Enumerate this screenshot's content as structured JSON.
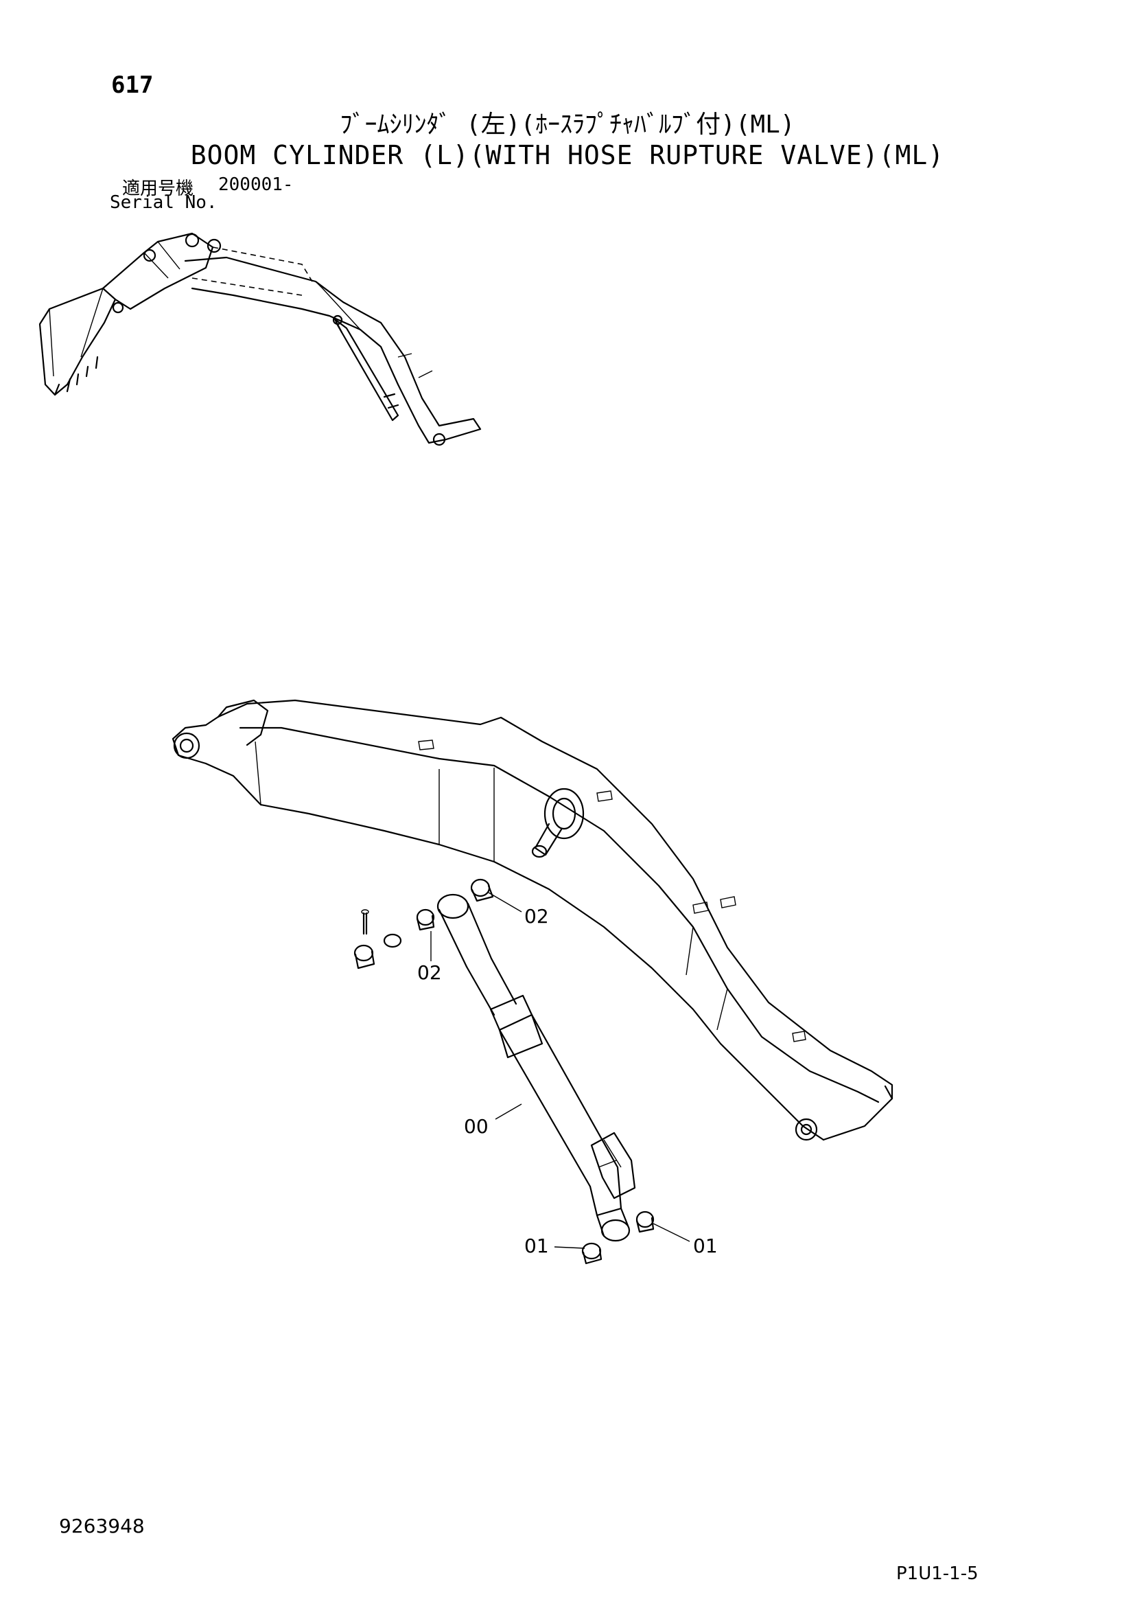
{
  "header": {
    "page_number": "617",
    "title_jp": "ﾌﾞｰﾑｼﾘﾝﾀﾞ (左)(ﾎｰｽﾗﾌﾟﾁｬﾊﾞﾙﾌﾞ付)(ML)",
    "title_en": "BOOM CYLINDER (L)(WITH HOSE RUPTURE VALVE)(ML)",
    "serial_label_jp": "適用号機",
    "serial_value": "200001-",
    "serial_label_en": "Serial No."
  },
  "callouts": [
    {
      "id": "callout-02-upper",
      "label": "02"
    },
    {
      "id": "callout-02-lower",
      "label": "02"
    },
    {
      "id": "callout-00",
      "label": "00"
    },
    {
      "id": "callout-01-left",
      "label": "01"
    },
    {
      "id": "callout-01-right",
      "label": "01"
    }
  ],
  "footer": {
    "doc_number": "9263948",
    "sheet_id": "P1U1-1-5"
  }
}
